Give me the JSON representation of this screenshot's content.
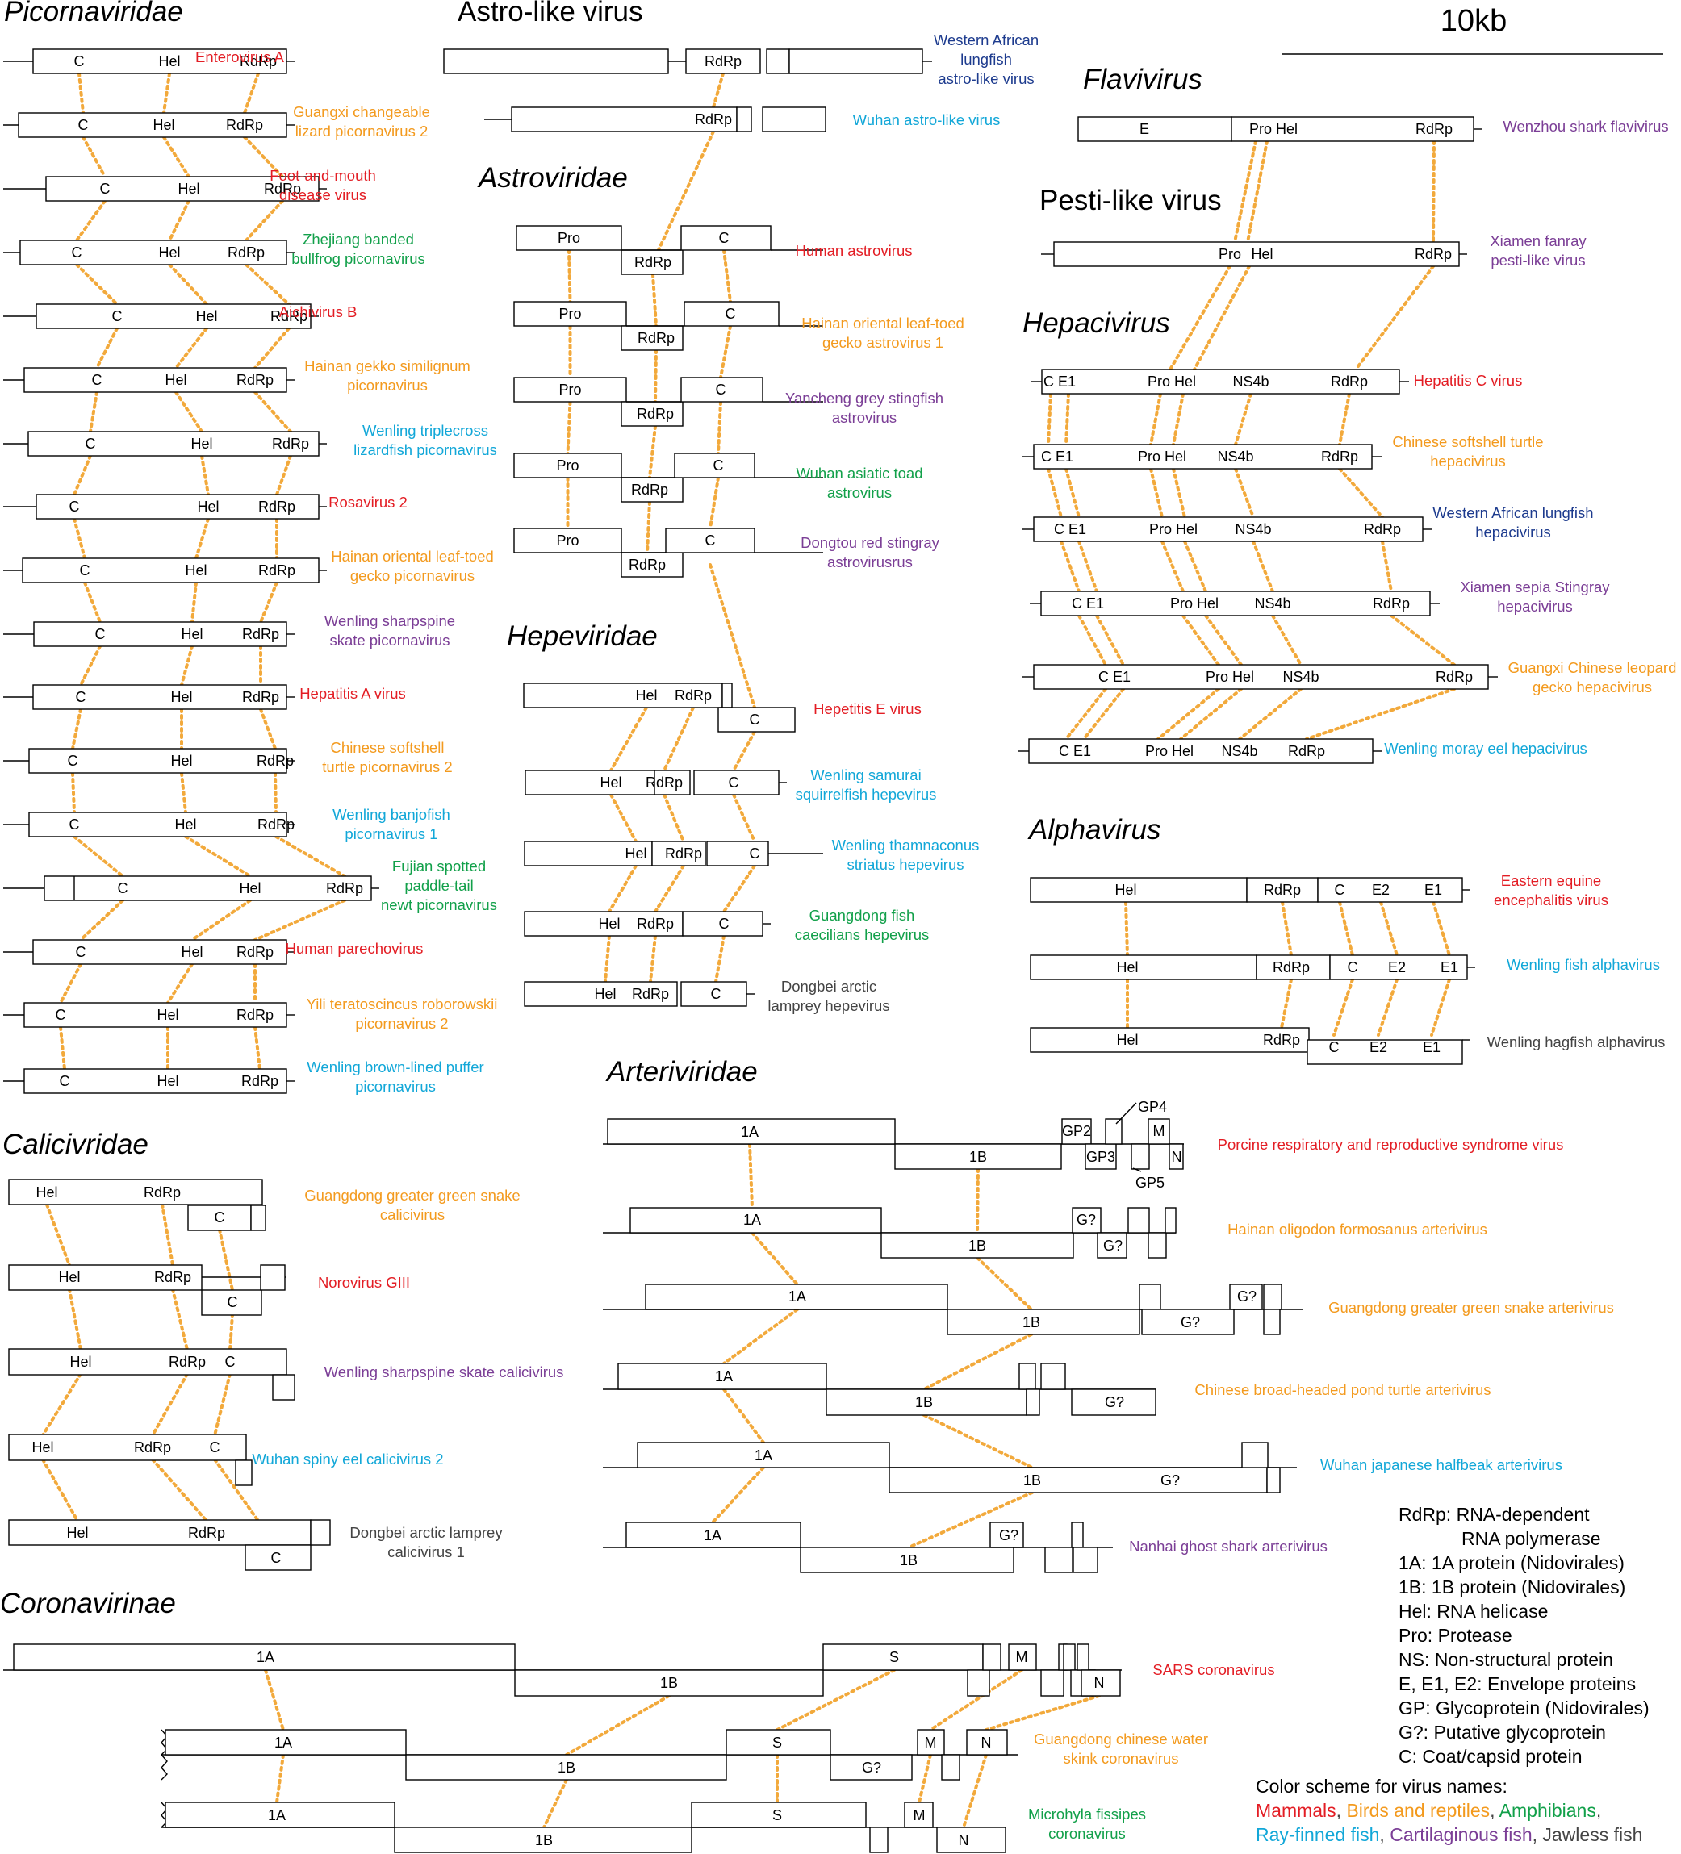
{
  "colors": {
    "mammal": "#e31d24",
    "reptile": "#f39a1e",
    "amphibian": "#12a04a",
    "rayfinned": "#12a7d8",
    "cartilaginous": "#7b3e96",
    "jawless": "#444444",
    "lungfish": "#1d3b8e",
    "link": "#f2a93b"
  },
  "scale_bar": "10kb",
  "groups": [
    {
      "id": "picornaviridae",
      "title": "Picornaviridae"
    },
    {
      "id": "astrolike",
      "title": "Astro-like virus"
    },
    {
      "id": "astroviridae",
      "title": "Astroviridae"
    },
    {
      "id": "hepeviridae",
      "title": "Hepeviridae"
    },
    {
      "id": "flavivirus",
      "title": "Flavivirus"
    },
    {
      "id": "pestilike",
      "title": "Pesti-like virus"
    },
    {
      "id": "hepacivirus",
      "title": "Hepacivirus"
    },
    {
      "id": "alphavirus",
      "title": "Alphavirus"
    },
    {
      "id": "arteriviridae",
      "title": "Arteriviridae"
    },
    {
      "id": "calicivridae",
      "title": "Calicivridae"
    },
    {
      "id": "coronavirinae",
      "title": "Coronavirinae"
    }
  ],
  "picornaviridae": [
    {
      "name": [
        "Enterovirus A"
      ],
      "color": "mammal",
      "genes": [
        "C",
        "Hel",
        "RdRp"
      ]
    },
    {
      "name": [
        "Guangxi changeable",
        "lizard picornavirus 2"
      ],
      "color": "reptile",
      "genes": [
        "C",
        "Hel",
        "RdRp"
      ]
    },
    {
      "name": [
        "Foot-and-mouth",
        "disease virus"
      ],
      "color": "mammal",
      "genes": [
        "C",
        "Hel",
        "RdRp"
      ]
    },
    {
      "name": [
        "Zhejiang banded",
        "bullfrog picornavirus"
      ],
      "color": "amphibian",
      "genes": [
        "C",
        "Hel",
        "RdRp"
      ]
    },
    {
      "name": [
        "Aichivirus B"
      ],
      "color": "mammal",
      "genes": [
        "C",
        "Hel",
        "RdRp"
      ]
    },
    {
      "name": [
        "Hainan gekko similignum",
        "picornavirus"
      ],
      "color": "reptile",
      "genes": [
        "C",
        "Hel",
        "RdRp"
      ]
    },
    {
      "name": [
        "Wenling triplecross",
        "lizardfish picornavirus"
      ],
      "color": "rayfinned",
      "genes": [
        "C",
        "Hel",
        "RdRp"
      ]
    },
    {
      "name": [
        "Rosavirus 2"
      ],
      "color": "mammal",
      "genes": [
        "C",
        "Hel",
        "RdRp"
      ]
    },
    {
      "name": [
        "Hainan oriental leaf-toed",
        "gecko picornavirus"
      ],
      "color": "reptile",
      "genes": [
        "C",
        "Hel",
        "RdRp"
      ]
    },
    {
      "name": [
        "Wenling sharpspine",
        "skate picornavirus"
      ],
      "color": "cartilaginous",
      "genes": [
        "C",
        "Hel",
        "RdRp"
      ]
    },
    {
      "name": [
        "Hepatitis A virus"
      ],
      "color": "mammal",
      "genes": [
        "C",
        "Hel",
        "RdRp"
      ]
    },
    {
      "name": [
        "Chinese softshell",
        "turtle picornavirus 2"
      ],
      "color": "reptile",
      "genes": [
        "C",
        "Hel",
        "RdRp"
      ]
    },
    {
      "name": [
        "Wenling banjofish",
        "picornavirus 1"
      ],
      "color": "rayfinned",
      "genes": [
        "C",
        "Hel",
        "RdRp"
      ]
    },
    {
      "name": [
        "Fujian spotted",
        "paddle-tail",
        "newt picornavirus"
      ],
      "color": "amphibian",
      "genes": [
        "C",
        "Hel",
        "RdRp"
      ]
    },
    {
      "name": [
        "Human parechovirus"
      ],
      "color": "mammal",
      "genes": [
        "C",
        "Hel",
        "RdRp"
      ]
    },
    {
      "name": [
        "Yili teratoscincus roborowskii",
        "picornavirus 2"
      ],
      "color": "reptile",
      "genes": [
        "C",
        "Hel",
        "RdRp"
      ]
    },
    {
      "name": [
        "Wenling brown-lined puffer",
        "picornavirus"
      ],
      "color": "rayfinned",
      "genes": [
        "C",
        "Hel",
        "RdRp"
      ]
    }
  ],
  "astrolike": [
    {
      "name": [
        "Western African",
        "lungfish",
        "astro-like virus"
      ],
      "color": "lungfish",
      "gene": "RdRp"
    },
    {
      "name": [
        "Wuhan astro-like virus"
      ],
      "color": "rayfinned",
      "gene": "RdRp"
    }
  ],
  "astroviridae": [
    {
      "name": [
        "Human astrovirus"
      ],
      "color": "mammal",
      "genes": [
        "Pro",
        "RdRp",
        "C"
      ]
    },
    {
      "name": [
        "Hainan oriental leaf-toed",
        "gecko astrovirus 1"
      ],
      "color": "reptile",
      "genes": [
        "Pro",
        "RdRp",
        "C"
      ]
    },
    {
      "name": [
        "Yancheng grey stingfish",
        "astrovirus"
      ],
      "color": "cartilaginous",
      "genes": [
        "Pro",
        "RdRp",
        "C"
      ]
    },
    {
      "name": [
        "Wuhan asiatic toad",
        "astrovirus"
      ],
      "color": "amphibian",
      "genes": [
        "Pro",
        "RdRp",
        "C"
      ]
    },
    {
      "name": [
        "Dongtou red stingray",
        "astrovirusrus"
      ],
      "color": "cartilaginous",
      "genes": [
        "Pro",
        "RdRp",
        "C"
      ]
    }
  ],
  "hepeviridae": [
    {
      "name": [
        "Hepetitis E virus"
      ],
      "color": "mammal",
      "genes": [
        "Hel",
        "RdRp",
        "C"
      ]
    },
    {
      "name": [
        "Wenling samurai",
        "squirrelfish hepevirus"
      ],
      "color": "rayfinned",
      "genes": [
        "Hel",
        "RdRp",
        "C"
      ]
    },
    {
      "name": [
        "Wenling thamnaconus",
        "striatus hepevirus"
      ],
      "color": "rayfinned",
      "genes": [
        "Hel",
        "RdRp",
        "C"
      ]
    },
    {
      "name": [
        "Guangdong fish",
        "caecilians hepevirus"
      ],
      "color": "amphibian",
      "genes": [
        "Hel",
        "RdRp",
        "C"
      ]
    },
    {
      "name": [
        "Dongbei arctic",
        "lamprey hepevirus"
      ],
      "color": "jawless",
      "genes": [
        "Hel",
        "RdRp",
        "C"
      ]
    }
  ],
  "flavivirus": {
    "name": [
      "Wenzhou shark flavivirus"
    ],
    "color": "cartilaginous",
    "genes": [
      "E",
      "Pro Hel",
      "RdRp"
    ]
  },
  "pestilike": {
    "name": [
      "Xiamen fanray",
      "pesti-like virus"
    ],
    "color": "cartilaginous",
    "genes": [
      "Pro",
      "Hel",
      "RdRp"
    ]
  },
  "hepacivirus": [
    {
      "name": [
        "Hepatitis C virus"
      ],
      "color": "mammal",
      "genes": [
        "C E1",
        "Pro Hel",
        "NS4b",
        "RdRp"
      ]
    },
    {
      "name": [
        "Chinese softshell turtle",
        "hepacivirus"
      ],
      "color": "reptile",
      "genes": [
        "C E1",
        "Pro Hel",
        "NS4b",
        "RdRp"
      ]
    },
    {
      "name": [
        "Western African lungfish",
        "hepacivirus"
      ],
      "color": "lungfish",
      "genes": [
        "C E1",
        "Pro Hel",
        "NS4b",
        "RdRp"
      ]
    },
    {
      "name": [
        "Xiamen sepia Stingray",
        "hepacivirus"
      ],
      "color": "cartilaginous",
      "genes": [
        "C E1",
        "Pro Hel",
        "NS4b",
        "RdRp"
      ]
    },
    {
      "name": [
        "Guangxi Chinese leopard",
        "gecko hepacivirus"
      ],
      "color": "reptile",
      "genes": [
        "C E1",
        "Pro Hel",
        "NS4b",
        "RdRp"
      ]
    },
    {
      "name": [
        "Wenling moray eel hepacivirus"
      ],
      "color": "rayfinned",
      "genes": [
        "C E1",
        "Pro Hel",
        "NS4b",
        "RdRp"
      ]
    }
  ],
  "alphavirus": [
    {
      "name": [
        "Eastern equine",
        "encephalitis virus"
      ],
      "color": "mammal",
      "genes": [
        "Hel",
        "RdRp",
        "C",
        "E2",
        "E1"
      ]
    },
    {
      "name": [
        "Wenling fish alphavirus"
      ],
      "color": "rayfinned",
      "genes": [
        "Hel",
        "RdRp",
        "C",
        "E2",
        "E1"
      ]
    },
    {
      "name": [
        "Wenling hagfish alphavirus"
      ],
      "color": "jawless",
      "genes": [
        "Hel",
        "RdRp",
        "C",
        "E2",
        "E1"
      ]
    }
  ],
  "arteriviridae": [
    {
      "name": [
        "Porcine respiratory and reproductive syndrome virus"
      ],
      "color": "mammal",
      "genes": [
        "1A",
        "1B",
        "GP2",
        "GP3",
        "GP4",
        "GP5",
        "M",
        "N"
      ]
    },
    {
      "name": [
        "Hainan oligodon formosanus arterivirus"
      ],
      "color": "reptile",
      "genes": [
        "1A",
        "1B",
        "G?",
        "G?"
      ]
    },
    {
      "name": [
        "Guangdong greater green snake arterivirus"
      ],
      "color": "reptile",
      "genes": [
        "1A",
        "1B",
        "G?",
        "G?"
      ]
    },
    {
      "name": [
        "Chinese broad-headed pond turtle arterivirus"
      ],
      "color": "reptile",
      "genes": [
        "1A",
        "1B",
        "G?"
      ]
    },
    {
      "name": [
        "Wuhan japanese halfbeak arterivirus"
      ],
      "color": "rayfinned",
      "genes": [
        "1A",
        "1B",
        "G?"
      ]
    },
    {
      "name": [
        "Nanhai ghost shark arterivirus"
      ],
      "color": "cartilaginous",
      "genes": [
        "1A",
        "1B",
        "G?"
      ]
    }
  ],
  "calicivridae": [
    {
      "name": [
        "Guangdong greater green snake",
        "calicivirus"
      ],
      "color": "reptile",
      "genes": [
        "Hel",
        "RdRp",
        "C"
      ]
    },
    {
      "name": [
        "Norovirus GIII"
      ],
      "color": "mammal",
      "genes": [
        "Hel",
        "RdRp",
        "C"
      ]
    },
    {
      "name": [
        "Wenling sharpspine skate calicivirus"
      ],
      "color": "cartilaginous",
      "genes": [
        "Hel",
        "RdRp",
        "C"
      ]
    },
    {
      "name": [
        "Wuhan spiny eel calicivirus 2"
      ],
      "color": "rayfinned",
      "genes": [
        "Hel",
        "RdRp",
        "C"
      ]
    },
    {
      "name": [
        "Dongbei arctic lamprey",
        "calicivirus 1"
      ],
      "color": "jawless",
      "genes": [
        "Hel",
        "RdRp",
        "C"
      ]
    }
  ],
  "coronavirinae": [
    {
      "name": [
        "SARS coronavirus"
      ],
      "color": "mammal",
      "genes": [
        "1A",
        "1B",
        "S",
        "M",
        "N"
      ]
    },
    {
      "name": [
        "Guangdong chinese water",
        "skink coronavirus"
      ],
      "color": "reptile",
      "genes": [
        "1A",
        "1B",
        "S",
        "G?",
        "M",
        "N"
      ]
    },
    {
      "name": [
        "Microhyla fissipes",
        "coronavirus"
      ],
      "color": "amphibian",
      "genes": [
        "1A",
        "1B",
        "S",
        "M",
        "N"
      ]
    }
  ],
  "legend": {
    "abbreviations": [
      "RdRp: RNA-dependent",
      "RNA polymerase",
      "1A: 1A protein (Nidovirales)",
      "1B: 1B protein (Nidovirales)",
      "Hel: RNA helicase",
      "Pro: Protease",
      "NS: Non-structural protein",
      "E, E1, E2: Envelope proteins",
      "GP: Glycoprotein (Nidovirales)",
      "G?: Putative glycoprotein",
      "C: Coat/capsid protein"
    ],
    "color_title": "Color scheme for virus names:",
    "color_entries": [
      {
        "label": "Mammals",
        "suffix": ", ",
        "color": "mammal"
      },
      {
        "label": "Birds and reptiles",
        "suffix": ", ",
        "color": "reptile"
      },
      {
        "label": "Amphibians",
        "suffix": ",",
        "color": "amphibian"
      },
      {
        "label": "Ray-finned fish",
        "suffix": ", ",
        "color": "rayfinned"
      },
      {
        "label": "Cartilaginous fish",
        "suffix": ", ",
        "color": "cartilaginous"
      },
      {
        "label": "Jawless fish",
        "suffix": "",
        "color": "jawless"
      }
    ]
  }
}
